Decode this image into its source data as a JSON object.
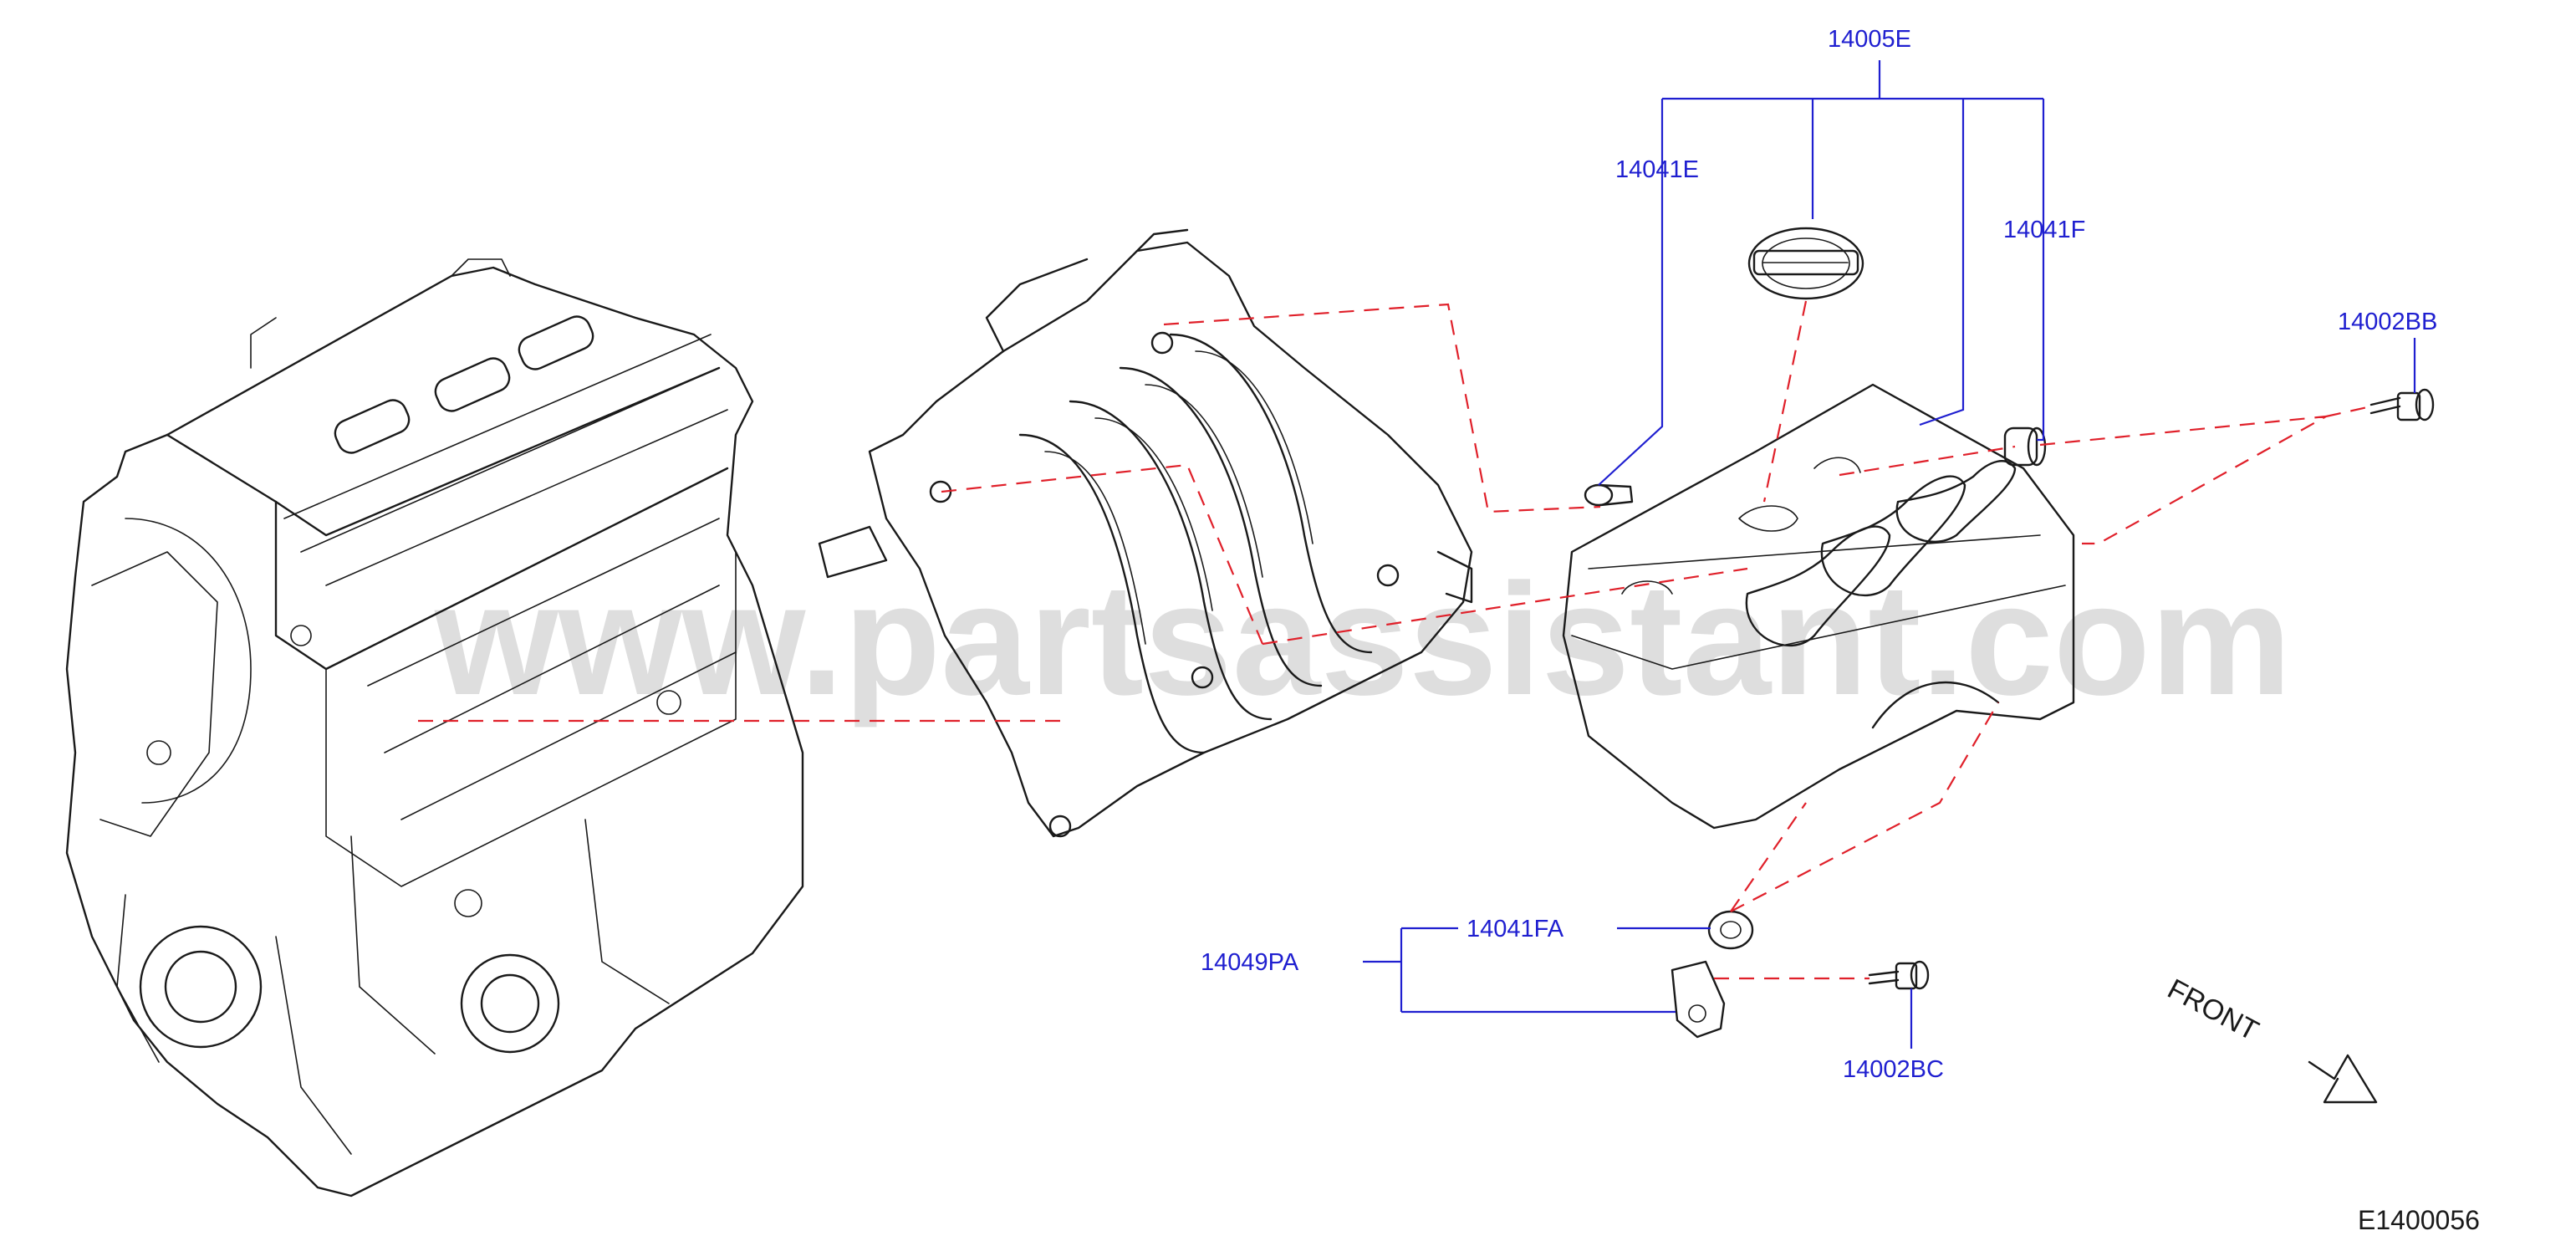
{
  "watermark": "www.partsassistant.com",
  "diagram_id": "E1400056",
  "front_label": "FRONT",
  "colors": {
    "label": "#1f1fd0",
    "leader": "#1f1fd0",
    "dashed": "#e0202a",
    "linework": "#1a1a1a",
    "watermark": "#d8d8d8"
  },
  "parts": {
    "p14005E": "14005E",
    "p14041E": "14041E",
    "p14041F": "14041F",
    "p14002BB": "14002BB",
    "p14041FA": "14041FA",
    "p14049PA": "14049PA",
    "p14002BC": "14002BC"
  },
  "icons": {
    "front_arrow": "front-arrow-icon",
    "nissan_emblem": "nissan-emblem-icon"
  }
}
